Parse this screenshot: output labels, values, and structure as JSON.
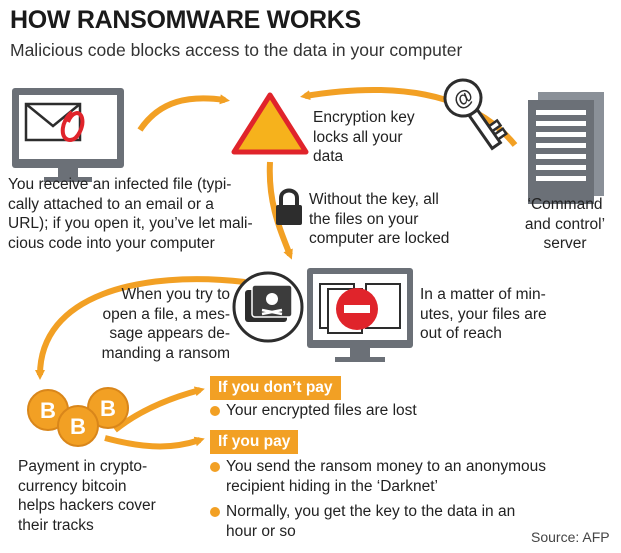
{
  "header": {
    "title": "HOW RANSOMWARE WORKS",
    "subtitle": "Malicious code blocks access to the data in your computer"
  },
  "steps": {
    "infected_file": [
      "You receive an infected file (typi-",
      "cally attached to an email or a",
      "URL); if you open it, you’ve let mali-",
      "cious code into your computer"
    ],
    "encryption_key": [
      "Encryption key",
      "locks all your",
      "data"
    ],
    "command_server": [
      "‘Command",
      "and control’",
      "server"
    ],
    "files_locked": [
      "Without the key, all",
      "the files on your",
      "computer are locked"
    ],
    "ransom_message": [
      "When you try to",
      "open a file, a mes-",
      "sage appears de-",
      "manding a ransom"
    ],
    "out_of_reach": [
      "In a matter of min-",
      "utes, your files are",
      "out of reach"
    ],
    "bitcoin_payment": [
      "Payment in crypto-",
      "currency bitcoin",
      "helps hackers cover",
      "their tracks"
    ]
  },
  "outcomes": {
    "dont_pay": {
      "label": "If you don’t pay",
      "items": [
        "Your encrypted files are lost"
      ]
    },
    "pay": {
      "label": "If you pay",
      "items": [
        [
          "You send the ransom money to an anonymous",
          "recipient hiding in the ‘Darknet’"
        ],
        [
          "Normally, you get the key to the data in an",
          "hour or so"
        ]
      ]
    }
  },
  "source": "Source: AFP",
  "colors": {
    "orange": "#f2a024",
    "gray": "#6b7077",
    "red": "#e0242b",
    "dark": "#2d2d2d",
    "warning_fill": "#f6b21c"
  },
  "icons": [
    "monitor-mail-icon",
    "warning-triangle-icon",
    "key-icon",
    "server-icon",
    "padlock-icon",
    "ransom-wallet-icon",
    "blocked-files-monitor-icon",
    "bitcoin-coins-icon"
  ]
}
